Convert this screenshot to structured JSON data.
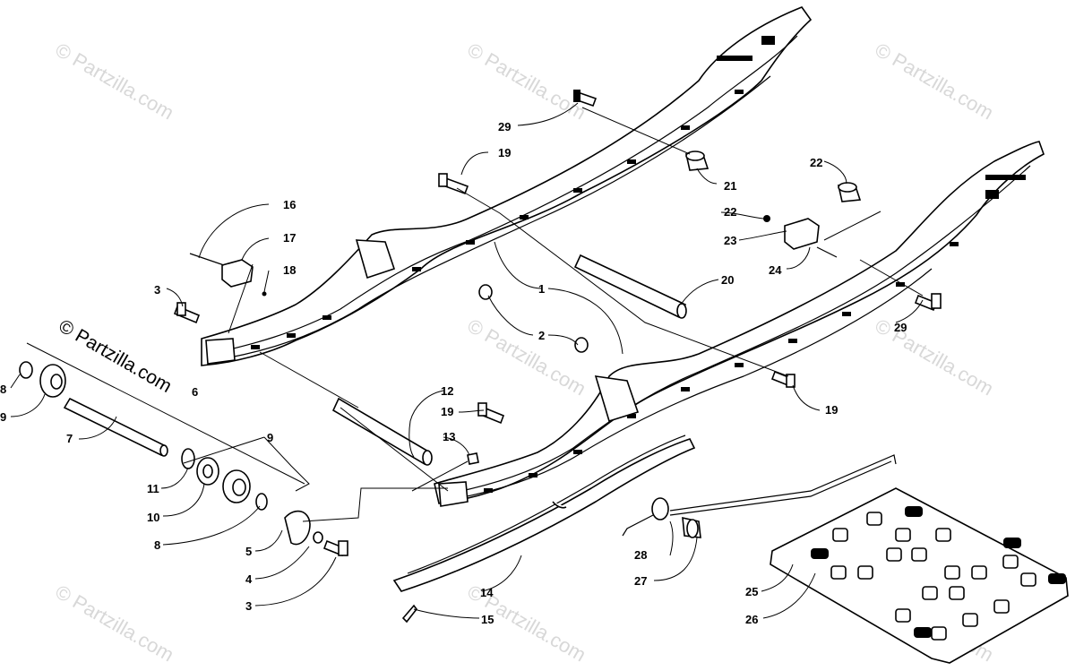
{
  "watermarks": {
    "small": "© Partzilla.com",
    "big": "© Partzilla.com"
  },
  "callouts": {
    "c1": "1",
    "c2": "2",
    "c3a": "3",
    "c3b": "3",
    "c4": "4",
    "c5": "5",
    "c6": "6",
    "c7": "7",
    "c8a": "8",
    "c8b": "8",
    "c9a": "9",
    "c9b": "9",
    "c10": "10",
    "c11": "11",
    "c12": "12",
    "c13": "13",
    "c14": "14",
    "c15": "15",
    "c16": "16",
    "c17": "17",
    "c18": "18",
    "c19a": "19",
    "c19b": "19",
    "c19c": "19",
    "c20": "20",
    "c21": "21",
    "c22a": "22",
    "c22b": "22",
    "c23": "23",
    "c24": "24",
    "c25": "25",
    "c26": "26",
    "c27": "27",
    "c28": "28",
    "c29a": "29",
    "c29b": "29"
  }
}
